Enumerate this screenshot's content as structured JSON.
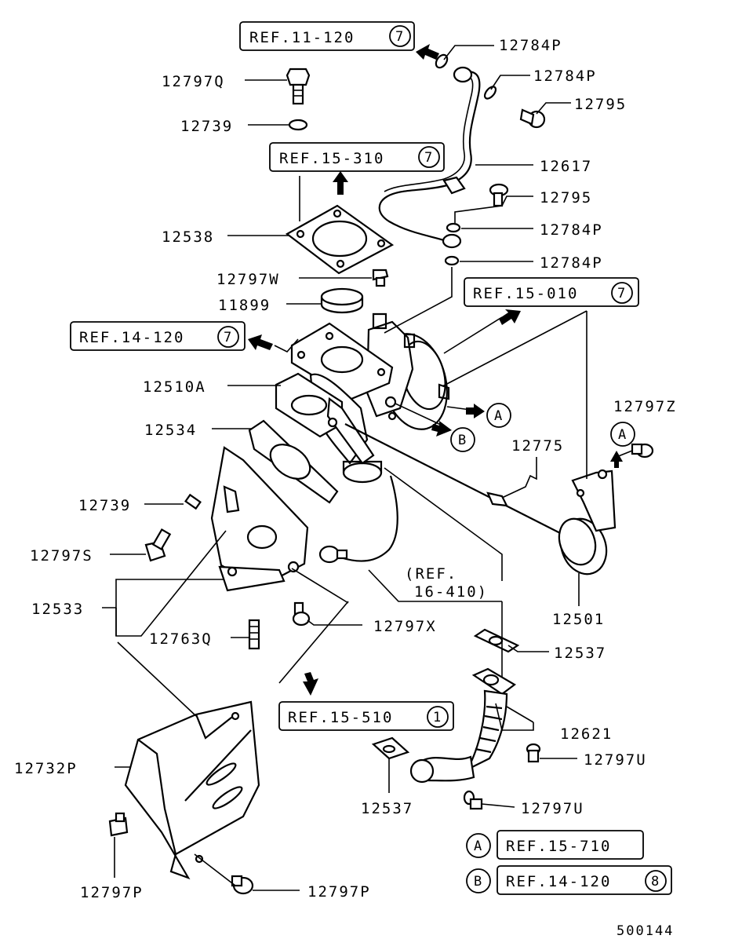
{
  "drawing_number": "500144",
  "part_labels": {
    "p12784P_a": "12784P",
    "p12784P_b": "12784P",
    "p12784P_c": "12784P",
    "p12784P_d": "12784P",
    "p12795_a": "12795",
    "p12795_b": "12795",
    "p12617": "12617",
    "p12797Q": "12797Q",
    "p12739_a": "12739",
    "p12538": "12538",
    "p12797W": "12797W",
    "p11899": "11899",
    "p12510A": "12510A",
    "p12534": "12534",
    "p12739_b": "12739",
    "p12797S": "12797S",
    "p12533": "12533",
    "p12763Q": "12763Q",
    "p12797X": "12797X",
    "p12775": "12775",
    "p12797Z": "12797Z",
    "p12501": "12501",
    "p12537_a": "12537",
    "p12537_b": "12537",
    "p12621": "12621",
    "p12797U_a": "12797U",
    "p12797U_b": "12797U",
    "p12732P": "12732P",
    "p12797P_a": "12797P",
    "p12797P_b": "12797P"
  },
  "ref_boxes": {
    "ref_11_120": {
      "text": "REF.11-120",
      "circle": "7"
    },
    "ref_15_310": {
      "text": "REF.15-310",
      "circle": "7"
    },
    "ref_15_010": {
      "text": "REF.15-010",
      "circle": "7"
    },
    "ref_14_120_top": {
      "text": "REF.14-120",
      "circle": "7"
    },
    "ref_15_510": {
      "text": "REF.15-510",
      "circle": "1"
    },
    "ref_15_710": {
      "text": "REF.15-710"
    },
    "ref_14_120_bottom": {
      "text": "REF.14-120",
      "circle": "8"
    }
  },
  "inline_ref": {
    "line1": "(REF.",
    "line2": "16-410)"
  },
  "markers": {
    "a": "A",
    "b": "B"
  }
}
